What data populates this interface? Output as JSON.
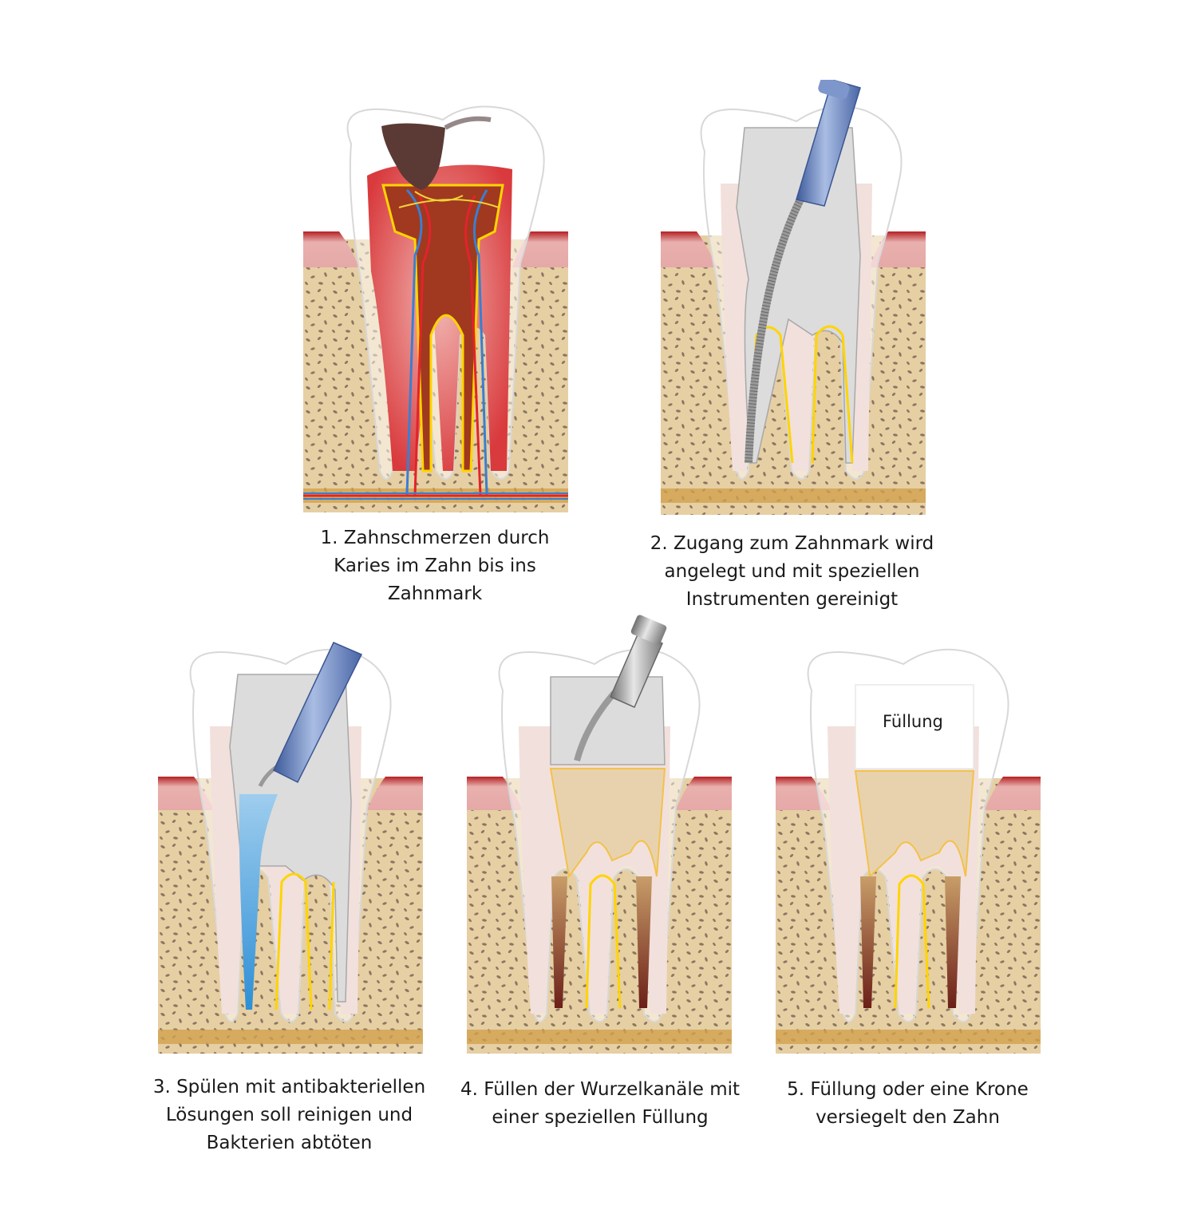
{
  "steps": [
    {
      "lines": [
        "1. Zahnschmerzen durch",
        "Karies im Zahn bis ins",
        "Zahnmark"
      ]
    },
    {
      "lines": [
        "2. Zugang zum Zahnmark wird",
        "angelegt und mit speziellen",
        "Instrumenten gereinigt"
      ]
    },
    {
      "lines": [
        "3. Spülen mit antibakteriellen",
        "Lösungen soll  reinigen und",
        "Bakterien abtöten"
      ]
    },
    {
      "lines": [
        "4. Füllen der Wurzelkanäle mit",
        "einer speziellen Füllung"
      ]
    },
    {
      "lines": [
        "5. Füllung oder eine Krone",
        "versiegelt den Zahn"
      ]
    }
  ],
  "labels": {
    "filling": "Füllung"
  },
  "colors": {
    "bone": "#e6cfa3",
    "gum": "#e5a9a8",
    "gum_dark": "#c0292b",
    "dentin": "#f0dcd8",
    "pulp_edge": "#ffd400",
    "inflamed": "#e0484a",
    "instrument": "#6d87bd",
    "irrigant": "#4b9fd9",
    "root_fill": "#7a2a1c",
    "crown_fill": "#e8d2ae"
  }
}
